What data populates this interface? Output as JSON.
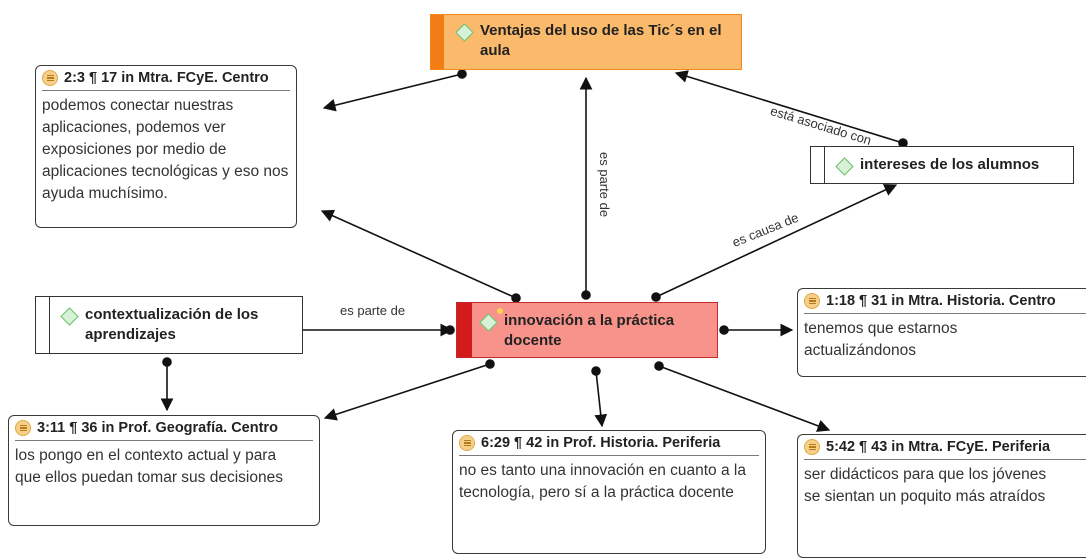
{
  "codes": {
    "ventajas": {
      "label": "Ventajas del uso de las Tic´s en el aula",
      "bar_color": "#f47c14",
      "fill_color": "#fbb96b",
      "icon": "diamond-icon"
    },
    "innovacion": {
      "label": "innovación a la práctica docente",
      "bar_color": "#d41b1b",
      "fill_color": "#f7938a",
      "icon": "diamond-icon"
    },
    "intereses": {
      "label": "intereses de los alumnos",
      "icon": "diamond-icon"
    },
    "contextualizacion": {
      "label": "contextualización de los aprendizajes",
      "icon": "diamond-icon"
    }
  },
  "quotations": {
    "q1": {
      "header": "2:3 ¶ 17 in Mtra. FCyE. Centro",
      "text": "podemos conectar nuestras aplicaciones, podemos ver exposiciones por medio de aplicaciones tecnológicas y eso nos ayuda muchísimo."
    },
    "q2": {
      "header": "1:18 ¶ 31 in Mtra. Historia. Centro",
      "text": "tenemos que estarnos actualizándonos"
    },
    "q3": {
      "header": "3:11 ¶ 36 in Prof. Geografía. Centro",
      "text": "los pongo en el contexto actual y para que ellos puedan tomar sus decisiones"
    },
    "q4": {
      "header": "6:29 ¶ 42 in Prof. Historia. Periferia",
      "text": "no es tanto una innovación en cuanto a la tecnología, pero sí a la práctica docente"
    },
    "q5": {
      "header": "5:42 ¶ 43 in Mtra. FCyE. Periferia",
      "text": "ser didácticos para que los jóvenes se sientan un poquito más atraídos"
    }
  },
  "relations": {
    "asociado": "está asociado con",
    "parte_de_vertical": "es parte de",
    "causa": "es causa de",
    "parte_de_horizontal": "es parte de"
  },
  "colors": {
    "edge": "#111111",
    "quote_icon": "#f6d08a",
    "diamond": "#6cc06c"
  }
}
